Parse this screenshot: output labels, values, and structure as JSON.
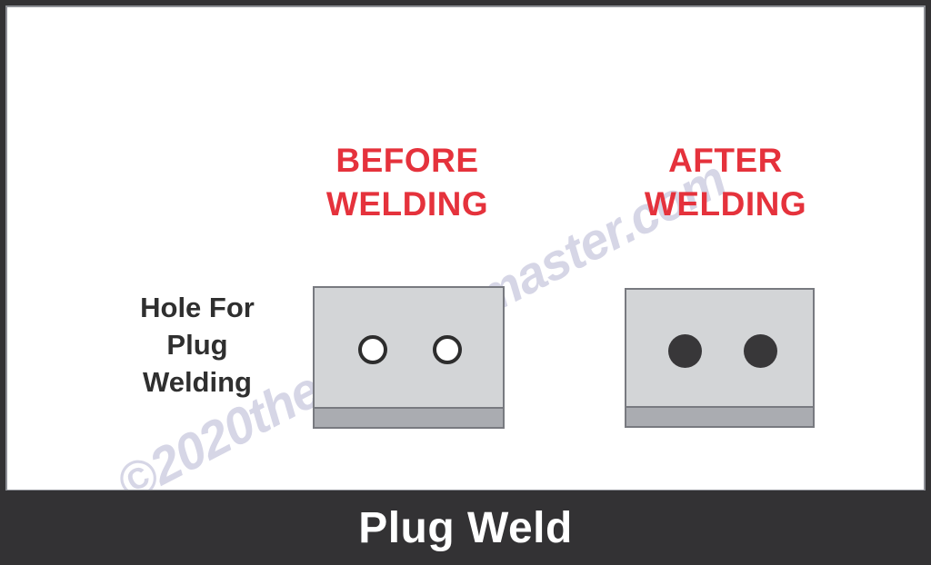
{
  "figure": {
    "caption": "Plug Weld",
    "watermark": "©2020theweldingmaster.com",
    "frame_color": "#333234",
    "canvas_color": "#ffffff",
    "accent_red": "#e5323c",
    "plate_body_color": "#d3d5d7",
    "plate_base_color": "#aaacb1",
    "plate_outline_color": "#787a80",
    "plug_color": "#383739",
    "watermark_color": "#d6d6e6"
  },
  "side_label": {
    "text": "Hole For\nPlug\nWelding"
  },
  "panels": {
    "before": {
      "heading": "BEFORE\nWELDING",
      "hole_count": 2,
      "hole_state": "open"
    },
    "after": {
      "heading": "AFTER\nWELDING",
      "hole_count": 2,
      "hole_state": "filled"
    }
  }
}
